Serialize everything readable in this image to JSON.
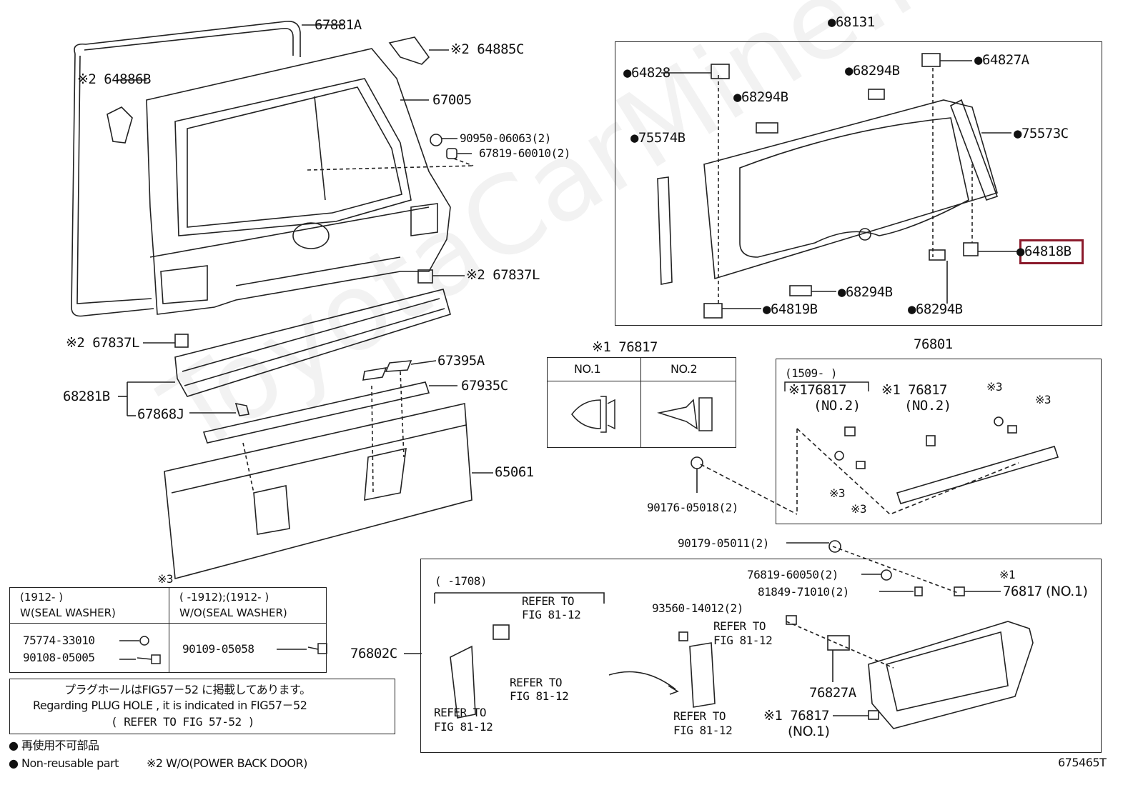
{
  "labels": {
    "p67881A": "67881A",
    "p64885C": "※2 64885C",
    "p64886B": "※2 64886B",
    "p67005": "67005",
    "p90950": "90950-06063(2)",
    "p67819": "67819-60010(2)",
    "p67837L_r": "※2 67837L",
    "p67837L_l": "※2 67837L",
    "p67395A": "67395A",
    "p67935C": "67935C",
    "p68281B": "68281B",
    "p67868J": "67868J",
    "p65061": "65061",
    "p68131": "●68131",
    "p64828": "●64828",
    "p68294B_1": "●68294B",
    "p68294B_2": "●68294B",
    "p64827A": "●64827A",
    "p75574B": "●75574B",
    "p75573C": "●75573C",
    "p64818B": "●64818B",
    "p68294B_3": "●68294B",
    "p64819B": "●64819B",
    "p68294B_4": "●68294B",
    "p76817_hdr": "※1 76817",
    "no1": "NO.1",
    "no2": "NO.2",
    "p76801": "76801",
    "range1509": "(1509-   )",
    "p176817": "※176817",
    "no2a": "(NO.2)",
    "p76817b": "※1 76817",
    "no2b": "(NO.2)",
    "x3a": "※3",
    "x3b": "※3",
    "x3c": "※3",
    "x3d": "※3",
    "p90176": "90176-05018(2)",
    "p90179": "90179-05011(2)",
    "p76819": "76819-60050(2)",
    "p81849": "81849-71010(2)",
    "x1": "※1",
    "p76817c": "76817",
    "no1c": "(NO.1)",
    "range1708": "(    -1708)",
    "refer1": "REFER TO",
    "refer1b": "FIG 81-12",
    "refer2": "REFER TO",
    "refer2b": "FIG 81-12",
    "refer3": "REFER TO",
    "refer3b": "FIG 81-12",
    "p93560": "93560-14012(2)",
    "refer4": "REFER TO",
    "refer4b": "FIG 81-12",
    "refer5": "REFER TO",
    "refer5b": "FIG 81-12",
    "p76802C": "76802C",
    "p76827A": "76827A",
    "p76817d": "※1 76817",
    "no1d": "(NO.1)",
    "catalog": "675465T"
  },
  "table": {
    "marker": "※3",
    "col1_head1": "(1912-   )",
    "col1_head2": "W(SEAL WASHER)",
    "col2_head1": "(   -1912);(1912-   )",
    "col2_head2": "W/O(SEAL WASHER)",
    "row1a": "75774-33010",
    "row1b": "90108-05005",
    "row2a": "90109-05058"
  },
  "note": {
    "line1": "プラグホールはFIG57－52 に掲載してあります。",
    "line2": "Regarding PLUG HOLE , it is indicated in FIG57－52",
    "line3": "(   REFER TO FIG 57-52  )"
  },
  "legend": {
    "l1": "● 再使用不可部品",
    "l2": "● Non-reusable part",
    "l3": "※2 W/O(POWER BACK DOOR)"
  },
  "watermark": "ToyotaCarMine.ru",
  "highlight_part": "64818B",
  "colors": {
    "highlight": "#8b1a2b",
    "line": "#222222"
  }
}
